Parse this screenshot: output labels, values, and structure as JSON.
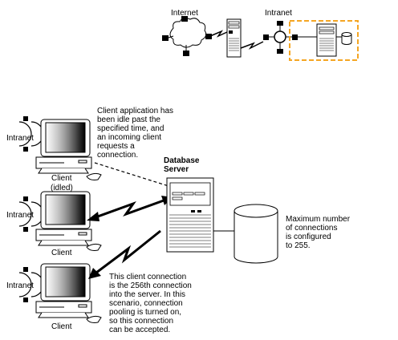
{
  "overview": {
    "internet_label": "Internet",
    "intranet_label": "Intranet"
  },
  "server": {
    "label_line1": "Database",
    "label_line2": "Server"
  },
  "clients": [
    {
      "net_label": "Intranet",
      "label_line1": "Client",
      "label_line2": "(idled)",
      "note": [
        "Client application has",
        "been idle past the",
        "specified time, and",
        "an incoming client",
        "requests a",
        "connection."
      ]
    },
    {
      "net_label": "Intranet",
      "label_line1": "Client",
      "label_line2": ""
    },
    {
      "net_label": "Intranet",
      "label_line1": "Client",
      "label_line2": "",
      "note": [
        "This client connection",
        "is the 256th connection",
        "into the server. In this",
        "scenario, connection",
        "pooling is turned on,",
        "so this connection",
        "can be accepted."
      ]
    }
  ],
  "database": {
    "note": [
      "Maximum number",
      "of connections",
      "is configured",
      "to 255."
    ]
  },
  "colors": {
    "highlight_box": "#f5a623",
    "line": "#000000"
  }
}
